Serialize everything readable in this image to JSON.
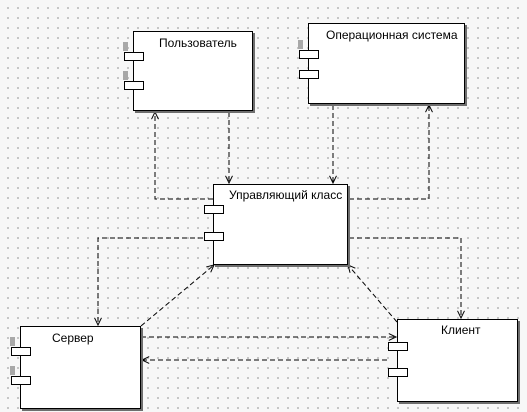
{
  "diagram": {
    "nodes": {
      "user": {
        "label": "Пользователь"
      },
      "os": {
        "label": "Операционная система"
      },
      "controller": {
        "label": "Управляющий класс"
      },
      "server": {
        "label": "Сервер"
      },
      "client": {
        "label": "Клиент"
      }
    },
    "edges": [
      {
        "from": "controller",
        "to": "user"
      },
      {
        "from": "user",
        "to": "controller"
      },
      {
        "from": "os",
        "to": "controller"
      },
      {
        "from": "controller",
        "to": "os"
      },
      {
        "from": "controller",
        "to": "server"
      },
      {
        "from": "server",
        "to": "controller"
      },
      {
        "from": "controller",
        "to": "client"
      },
      {
        "from": "client",
        "to": "controller"
      },
      {
        "from": "server",
        "to": "client"
      },
      {
        "from": "client",
        "to": "server"
      }
    ],
    "colors": {
      "background": "#f7f7f7",
      "grid_dot": "#b8b8b8",
      "box_fill": "#ffffff",
      "box_border": "#000000",
      "box_shadow": "#6e6e6e",
      "connector": "#000000"
    },
    "connector_style": "dashed",
    "arrowhead": "open"
  }
}
